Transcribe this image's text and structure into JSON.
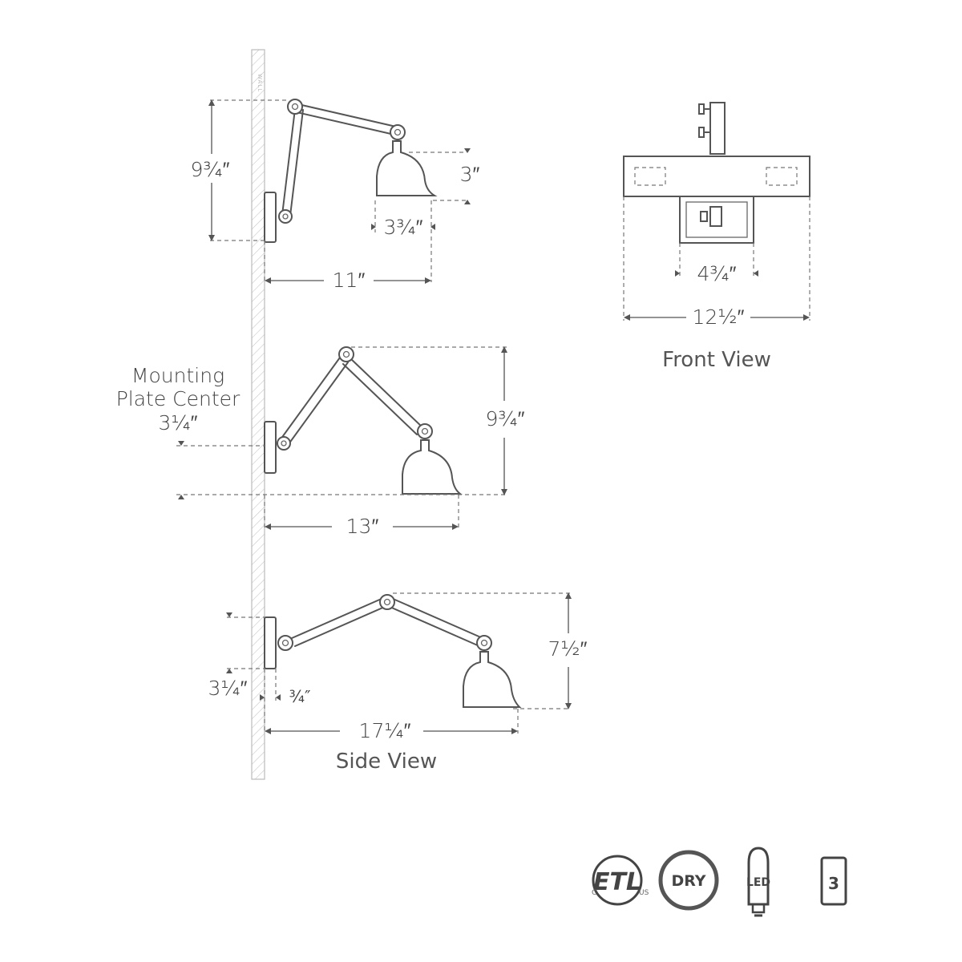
{
  "dimensions": {
    "top_arm_height": "9¾″",
    "top_shade_height": "3″",
    "top_shade_width": "3¾″",
    "top_extension": "11″",
    "front_canopy_width": "4¾″",
    "front_overall_width": "12½″",
    "mid_arm_height": "9¾″",
    "mid_plate_center": "3¼″",
    "mid_extension": "13″",
    "low_arm_height": "7½″",
    "low_plate_center": "3¼″",
    "low_wall_offset": "¾″",
    "low_extension": "17¼″"
  },
  "labels": {
    "mounting_line1": "Mounting",
    "mounting_line2": "Plate Center",
    "front_view": "Front View",
    "side_view": "Side View",
    "wall": "WALL"
  },
  "badges": {
    "etl": "ETL",
    "etl_c": "C",
    "etl_us": "US",
    "dry": "DRY",
    "led": "LED",
    "switch_number": "3"
  }
}
